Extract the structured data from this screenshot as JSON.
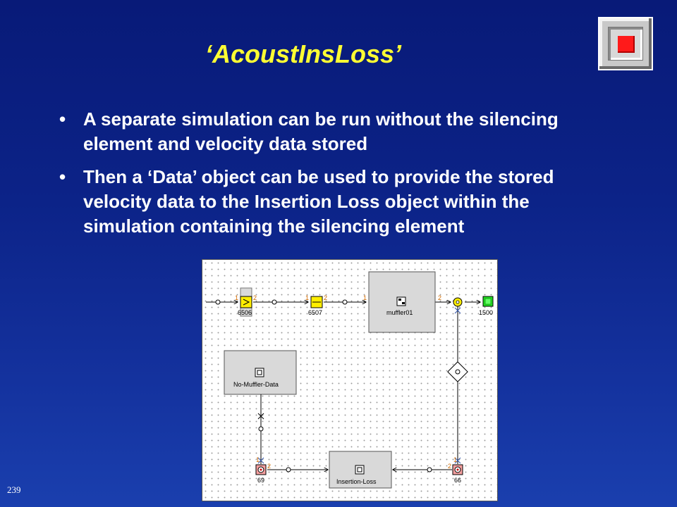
{
  "slide": {
    "title": "‘AcoustInsLoss’",
    "bullet_marker": "•",
    "bullets": [
      "A separate simulation can be run without the silencing element and velocity data stored",
      "Then a ‘Data’ object can be used to provide the stored velocity data to the Insertion Loss object within the simulation containing the silencing element"
    ],
    "page_number": "239",
    "stop_button_icon": "stop-icon"
  },
  "diagram": {
    "nodes": {
      "n6506": "6506",
      "n6507": "6507",
      "muffler": "muffler01",
      "n1500": "1500",
      "nomuffler": "No-Muffler-Data",
      "insloss": "Insertion-Loss",
      "n69": "69",
      "n66": "66"
    },
    "ports": {
      "p1": "1",
      "p2": "2"
    }
  }
}
